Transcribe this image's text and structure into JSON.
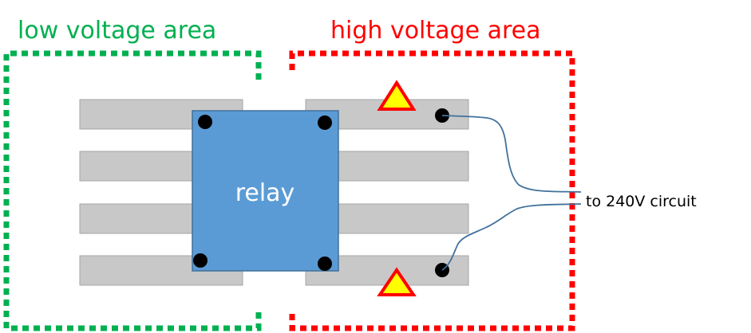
{
  "zones": {
    "low": {
      "label": "low voltage area",
      "color": "#00b050"
    },
    "high": {
      "label": "high voltage area",
      "color": "#ff0000"
    }
  },
  "relay": {
    "label": "relay",
    "fill": "#5b9bd5",
    "stroke": "#41719c"
  },
  "circuit_label": "to 240V circuit",
  "colors": {
    "pin_fill": "#c8c8c8",
    "pin_stroke": "#a6a6a6",
    "terminal": "#000000",
    "warning_fill": "#ffff00",
    "warning_stroke": "#ff0000",
    "wire": "#41719c",
    "text": "#000000",
    "relay_text": "#ffffff"
  },
  "icons": {
    "terminal": "terminal-dot",
    "warning": "warning-triangle-icon"
  }
}
